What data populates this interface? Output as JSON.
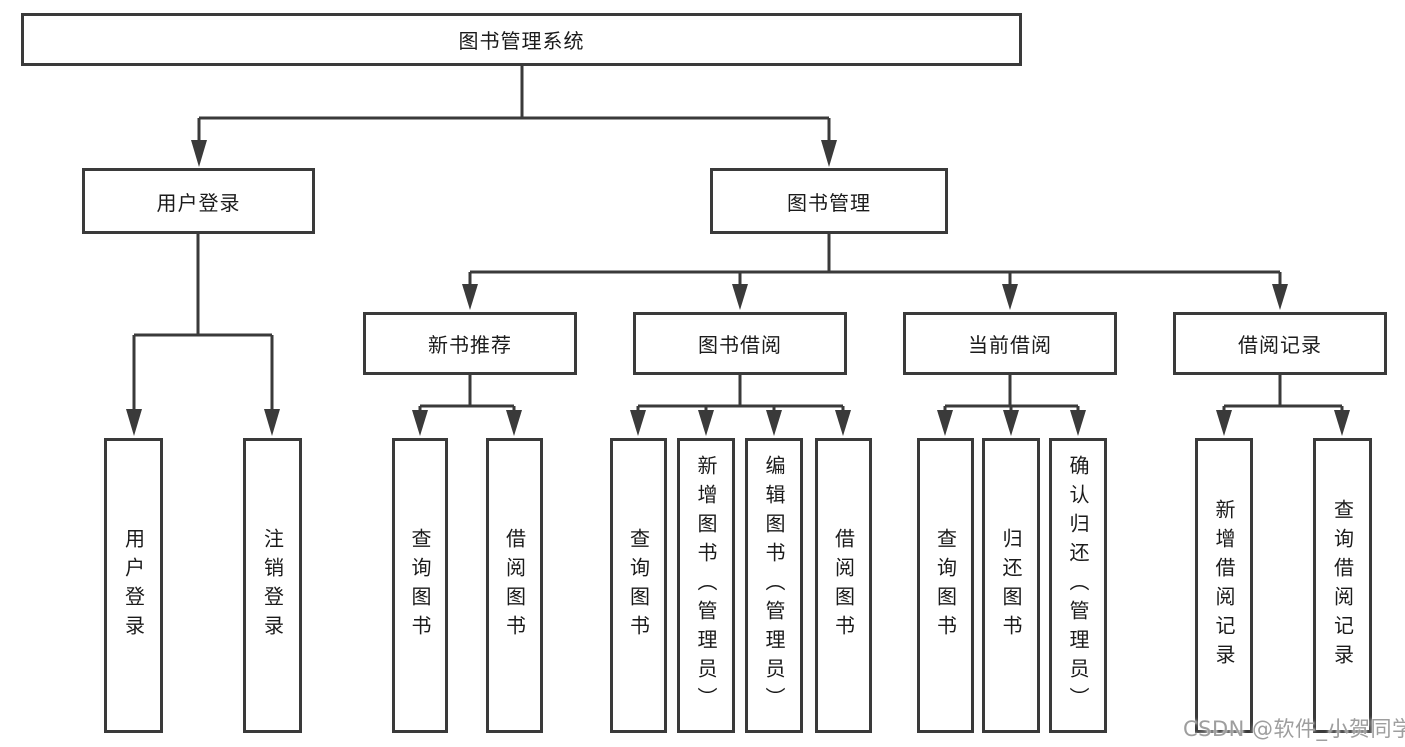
{
  "diagram": {
    "root": {
      "label": "图书管理系统",
      "children": [
        {
          "label": "用户登录",
          "children": [
            {
              "label": "用户登录"
            },
            {
              "label": "注销登录"
            }
          ]
        },
        {
          "label": "图书管理",
          "children": [
            {
              "label": "新书推荐",
              "children": [
                {
                  "label": "查询图书"
                },
                {
                  "label": "借阅图书"
                }
              ]
            },
            {
              "label": "图书借阅",
              "children": [
                {
                  "label": "查询图书"
                },
                {
                  "label": "新增图书（管理员）"
                },
                {
                  "label": "编辑图书（管理员）"
                },
                {
                  "label": "借阅图书"
                }
              ]
            },
            {
              "label": "当前借阅",
              "children": [
                {
                  "label": "查询图书"
                },
                {
                  "label": "归还图书"
                },
                {
                  "label": "确认归还（管理员）"
                }
              ]
            },
            {
              "label": "借阅记录",
              "children": [
                {
                  "label": "新增借阅记录"
                },
                {
                  "label": "查询借阅记录"
                }
              ]
            }
          ]
        }
      ]
    }
  },
  "watermark": {
    "text": "CSDN @软件_小贺同学"
  },
  "colors": {
    "line": "#3a3a3a",
    "text": "#1b1b1b",
    "watermark": "#9e9e9e",
    "background": "#ffffff"
  }
}
